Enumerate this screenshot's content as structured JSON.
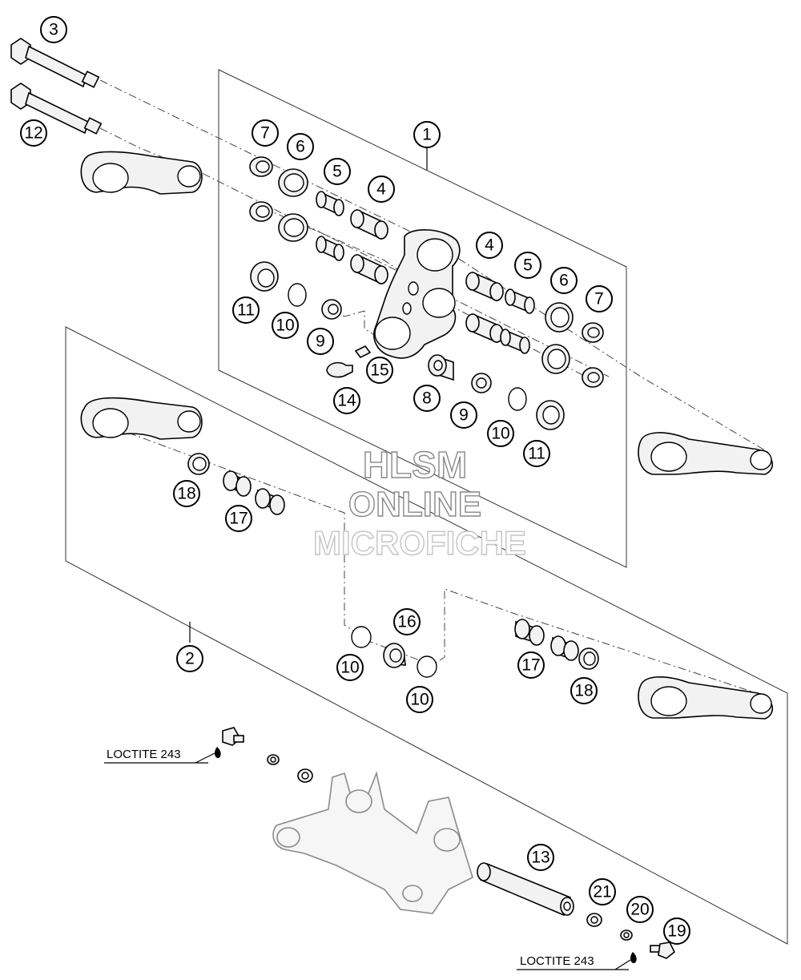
{
  "callouts": {
    "c1": "1",
    "c2": "2",
    "c3": "3",
    "c4a": "4",
    "c4b": "4",
    "c5a": "5",
    "c5b": "5",
    "c6a": "6",
    "c6b": "6",
    "c7a": "7",
    "c7b": "7",
    "c8": "8",
    "c9a": "9",
    "c9b": "9",
    "c10a": "10",
    "c10b": "10",
    "c10c": "10",
    "c10d": "10",
    "c11a": "11",
    "c11b": "11",
    "c12": "12",
    "c13": "13",
    "c14": "14",
    "c15": "15",
    "c16": "16",
    "c17a": "17",
    "c17b": "17",
    "c18a": "18",
    "c18b": "18",
    "c19": "19",
    "c20": "20",
    "c21": "21"
  },
  "labels": {
    "loctite_top": "LOCTITE 243",
    "loctite_bottom": "LOCTITE 243"
  },
  "watermark": {
    "line1": "HLSM",
    "line2": "ONLINE",
    "line3": "MICROFICHE"
  }
}
